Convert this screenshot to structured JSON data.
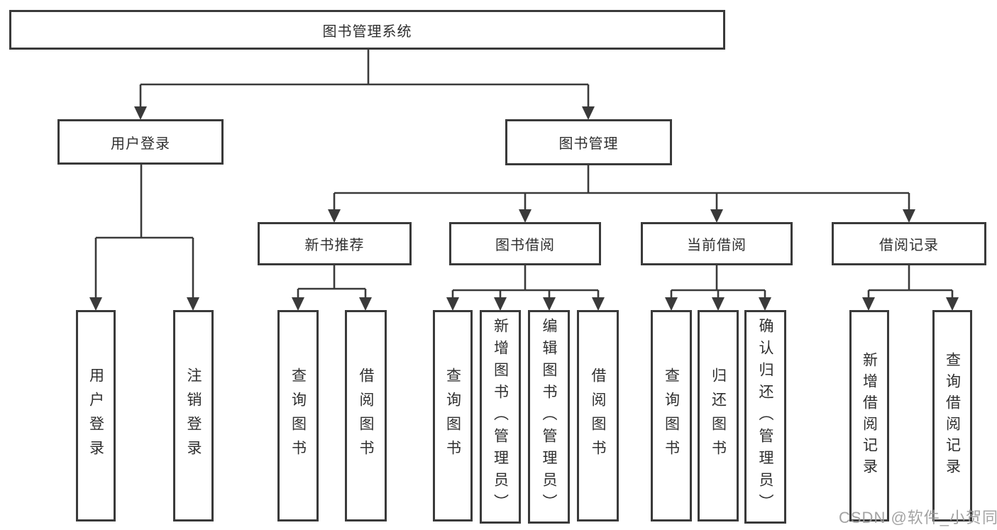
{
  "tree": {
    "root": {
      "label": "图书管理系统"
    },
    "branches": [
      {
        "label": "用户登录",
        "children": [
          {
            "label": "用户登录"
          },
          {
            "label": "注销登录"
          }
        ]
      },
      {
        "label": "图书管理",
        "children": [
          {
            "label": "新书推荐",
            "children": [
              {
                "label": "查询图书"
              },
              {
                "label": "借阅图书"
              }
            ]
          },
          {
            "label": "图书借阅",
            "children": [
              {
                "label": "查询图书"
              },
              {
                "label": "新增图书（管理员）"
              },
              {
                "label": "编辑图书（管理员）"
              },
              {
                "label": "借阅图书"
              }
            ]
          },
          {
            "label": "当前借阅",
            "children": [
              {
                "label": "查询图书"
              },
              {
                "label": "归还图书"
              },
              {
                "label": "确认归还（管理员）"
              }
            ]
          },
          {
            "label": "借阅记录",
            "children": [
              {
                "label": "新增借阅记录"
              },
              {
                "label": "查询借阅记录"
              }
            ]
          }
        ]
      }
    ]
  },
  "watermark": {
    "text": "CSDN @软件_小贺同学"
  },
  "colors": {
    "line": "#3a3a3a",
    "text": "#2f2f2f",
    "watermark": "#9b9b9b",
    "background": "#ffffff"
  }
}
